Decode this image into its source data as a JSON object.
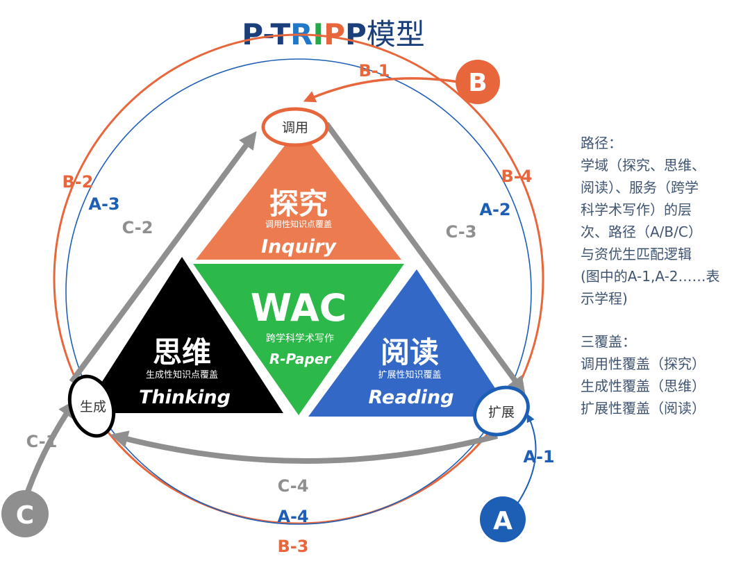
{
  "title": {
    "latin_parts": [
      {
        "text": "P-T",
        "color": "#1a3f7a"
      },
      {
        "text": "R",
        "color": "#1f78c8"
      },
      {
        "text": "I",
        "color": "#24a84a"
      },
      {
        "text": "P",
        "color": "#e8663b"
      },
      {
        "text": "P",
        "color": "#1a3f7a"
      }
    ],
    "chinese": "模型"
  },
  "nodes": {
    "top": "调用",
    "left": "生成",
    "right": "扩展"
  },
  "triangles": {
    "inquiry": {
      "zh": "探究",
      "sub": "调用性知识点覆盖",
      "en": "Inquiry",
      "color": "#ec7b4f"
    },
    "thinking": {
      "zh": "思维",
      "sub": "生成性知识点覆盖",
      "en": "Thinking",
      "color": "#000000"
    },
    "reading": {
      "zh": "阅读",
      "sub": "扩展性知识覆盖",
      "en": "Reading",
      "color": "#3468c7"
    },
    "wac": {
      "big": "WAC",
      "sub": "跨学科学术写作",
      "en": "R-Paper",
      "color": "#2db84a"
    }
  },
  "starts": {
    "A": {
      "label": "A",
      "color": "#1e5fb6"
    },
    "B": {
      "label": "B",
      "color": "#e8663b"
    },
    "C": {
      "label": "C",
      "color": "#8f8f8f"
    }
  },
  "path_labels": {
    "A1": "A-1",
    "A2": "A-2",
    "A3": "A-3",
    "A4": "A-4",
    "B1": "B-1",
    "B2": "B-2",
    "B3": "B-3",
    "B4": "B-4",
    "C1": "C-1",
    "C2": "C-2",
    "C3": "C-3",
    "C4": "C-4"
  },
  "colors": {
    "orange": "#e8663b",
    "blue": "#1e5fb6",
    "gray": "#8f8f8f"
  },
  "sidebar": {
    "paths_lines": [
      "路径：",
      "学域（探究、思维、",
      "阅读）、服务（跨学",
      "科学术写作）的层",
      "次、路径（A/B/C）",
      "与资优生匹配逻辑",
      "(图中的A-1,A-2……表",
      "示学程)"
    ],
    "coverage_lines": [
      "三覆盖：",
      "调用性覆盖（探究）",
      "生成性覆盖（思维）",
      "扩展性覆盖（阅读）"
    ]
  }
}
